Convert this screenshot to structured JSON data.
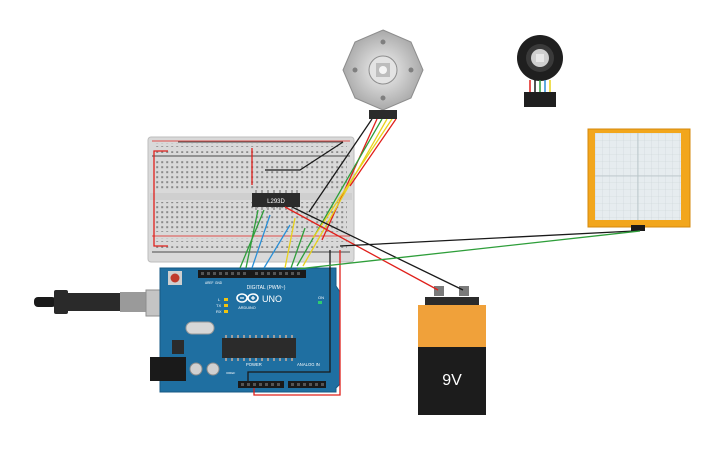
{
  "arduino": {
    "brand": "ARDUINO",
    "model": "UNO",
    "digital_label": "DIGITAL (PWM~)",
    "power_label": "POWER",
    "analog_label": "ANALOG IN",
    "tx_label": "TX",
    "rx_label": "RX",
    "l_label": "L",
    "on_label": "ON",
    "aref_label": "AREF",
    "gnd_label": "GND",
    "ioref_label": "IOREF"
  },
  "driver_chip": {
    "label": "L293D"
  },
  "battery": {
    "label": "9V"
  },
  "colors": {
    "board_blue": "#1f6fa1",
    "breadboard": "#d9d9d9",
    "wire_red": "#e0201b",
    "wire_black": "#1a1a1a",
    "wire_green": "#2e9e3a",
    "wire_blue": "#2a8fd6",
    "wire_yellow": "#e8d21c",
    "battery_orange": "#f0a13a",
    "touch_panel": "#f2a61c"
  },
  "icons": [
    "usb-plug-icon",
    "reset-button-icon",
    "arduino-logo-icon"
  ]
}
